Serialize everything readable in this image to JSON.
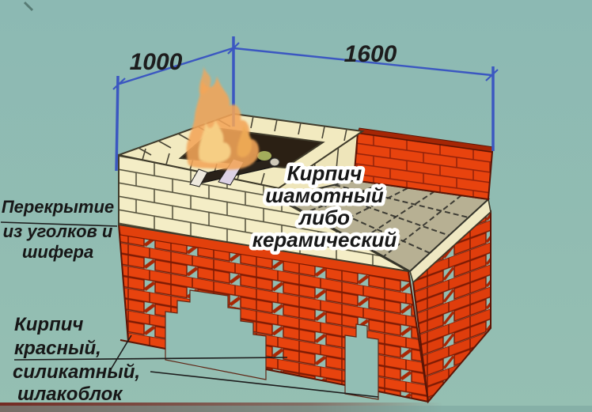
{
  "diagram": {
    "dimensions": {
      "depth_mm": "1000",
      "width_mm": "1600"
    },
    "labels": {
      "slab": {
        "lines": [
          "Перекрытие",
          "из уголков и",
          "шифера"
        ]
      },
      "firebrick": {
        "lines": [
          "Кирпич",
          "шамотный",
          "либо",
          "керамический"
        ]
      },
      "base_brick": {
        "lines": [
          "Кирпич",
          "красный,",
          "силикатный,",
          "шлакоблок"
        ]
      }
    },
    "colors": {
      "background": "#8fbab2",
      "brick_red": "#e8430e",
      "brick_cream": "#f4edc6",
      "countertop_tile": "#b7b093",
      "dimension_blue": "#3b57c1",
      "text": "#171717",
      "halo": "#ffffff",
      "flame": "#f2a558"
    }
  }
}
